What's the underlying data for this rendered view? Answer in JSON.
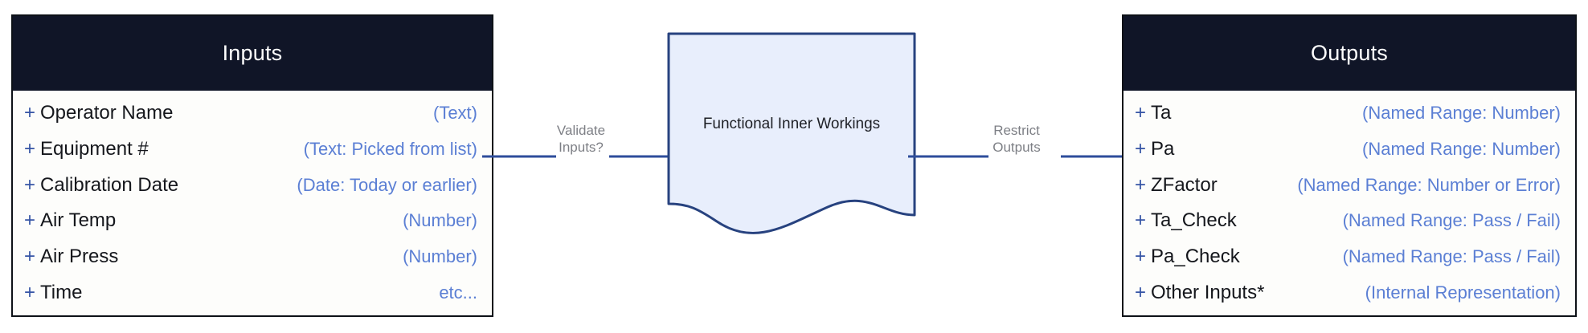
{
  "inputs_panel": {
    "title": "Inputs",
    "rows": [
      {
        "plus": "+",
        "label": "Operator Name",
        "type": "(Text)"
      },
      {
        "plus": "+",
        "label": "Equipment #",
        "type": "(Text: Picked from list)"
      },
      {
        "plus": "+",
        "label": "Calibration Date",
        "type": "(Date: Today or earlier)"
      },
      {
        "plus": "+",
        "label": "Air Temp",
        "type": "(Number)"
      },
      {
        "plus": "+",
        "label": "Air Press",
        "type": "(Number)"
      },
      {
        "plus": "+",
        "label": "Time",
        "type": "etc..."
      }
    ]
  },
  "process": {
    "label": "Functional Inner Workings"
  },
  "edges": {
    "validate": "Validate\nInputs?",
    "restrict": "Restrict\nOutputs"
  },
  "outputs_panel": {
    "title": "Outputs",
    "rows": [
      {
        "plus": "+",
        "label": "Ta",
        "type": "(Named Range: Number)"
      },
      {
        "plus": "+",
        "label": "Pa",
        "type": "(Named Range: Number)"
      },
      {
        "plus": "+",
        "label": "ZFactor",
        "type": "(Named Range: Number or Error)"
      },
      {
        "plus": "+",
        "label": "Ta_Check",
        "type": "(Named Range: Pass / Fail)"
      },
      {
        "plus": "+",
        "label": "Pa_Check",
        "type": "(Named Range: Pass / Fail)"
      },
      {
        "plus": "+",
        "label": "Other Inputs*",
        "type": "(Internal Representation)"
      }
    ]
  },
  "colors": {
    "header_bg": "#101527",
    "header_text": "#ffffff",
    "panel_bg": "#fdfdfb",
    "panel_border": "#0d1117",
    "plus_blue": "#3554a5",
    "type_blue": "#5b7fd4",
    "shape_fill": "#e8eefc",
    "shape_stroke": "#27427f",
    "arrow_blue": "#2e4d9b",
    "edge_label_gray": "#7d7f85",
    "label_text": "#15171c"
  }
}
